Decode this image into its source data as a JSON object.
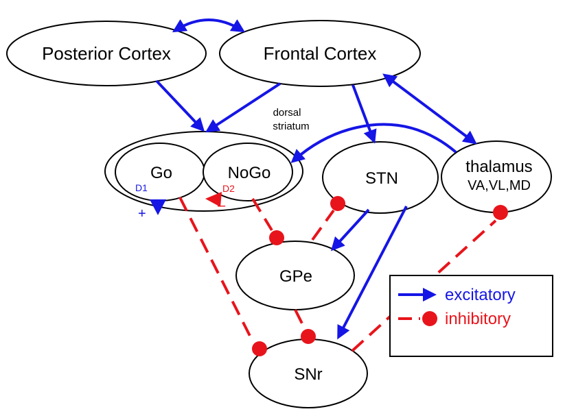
{
  "colors": {
    "excitatory": "#1515e6",
    "inhibitory": "#e8141b",
    "outline": "#000000"
  },
  "nodes": {
    "posterior_cortex": "Posterior Cortex",
    "frontal_cortex": "Frontal Cortex",
    "dorsal_striatum_line1": "dorsal",
    "dorsal_striatum_line2": "striatum",
    "go": "Go",
    "nogo": "NoGo",
    "stn": "STN",
    "thalamus": "thalamus",
    "thalamus_nuclei": "VA,VL,MD",
    "gpe": "GPe",
    "snr": "SNr"
  },
  "receptors": {
    "d1": "D1",
    "d1_sign": "+",
    "d2": "D2",
    "d2_sign": "–"
  },
  "legend": {
    "excitatory": "excitatory",
    "inhibitory": "inhibitory"
  }
}
